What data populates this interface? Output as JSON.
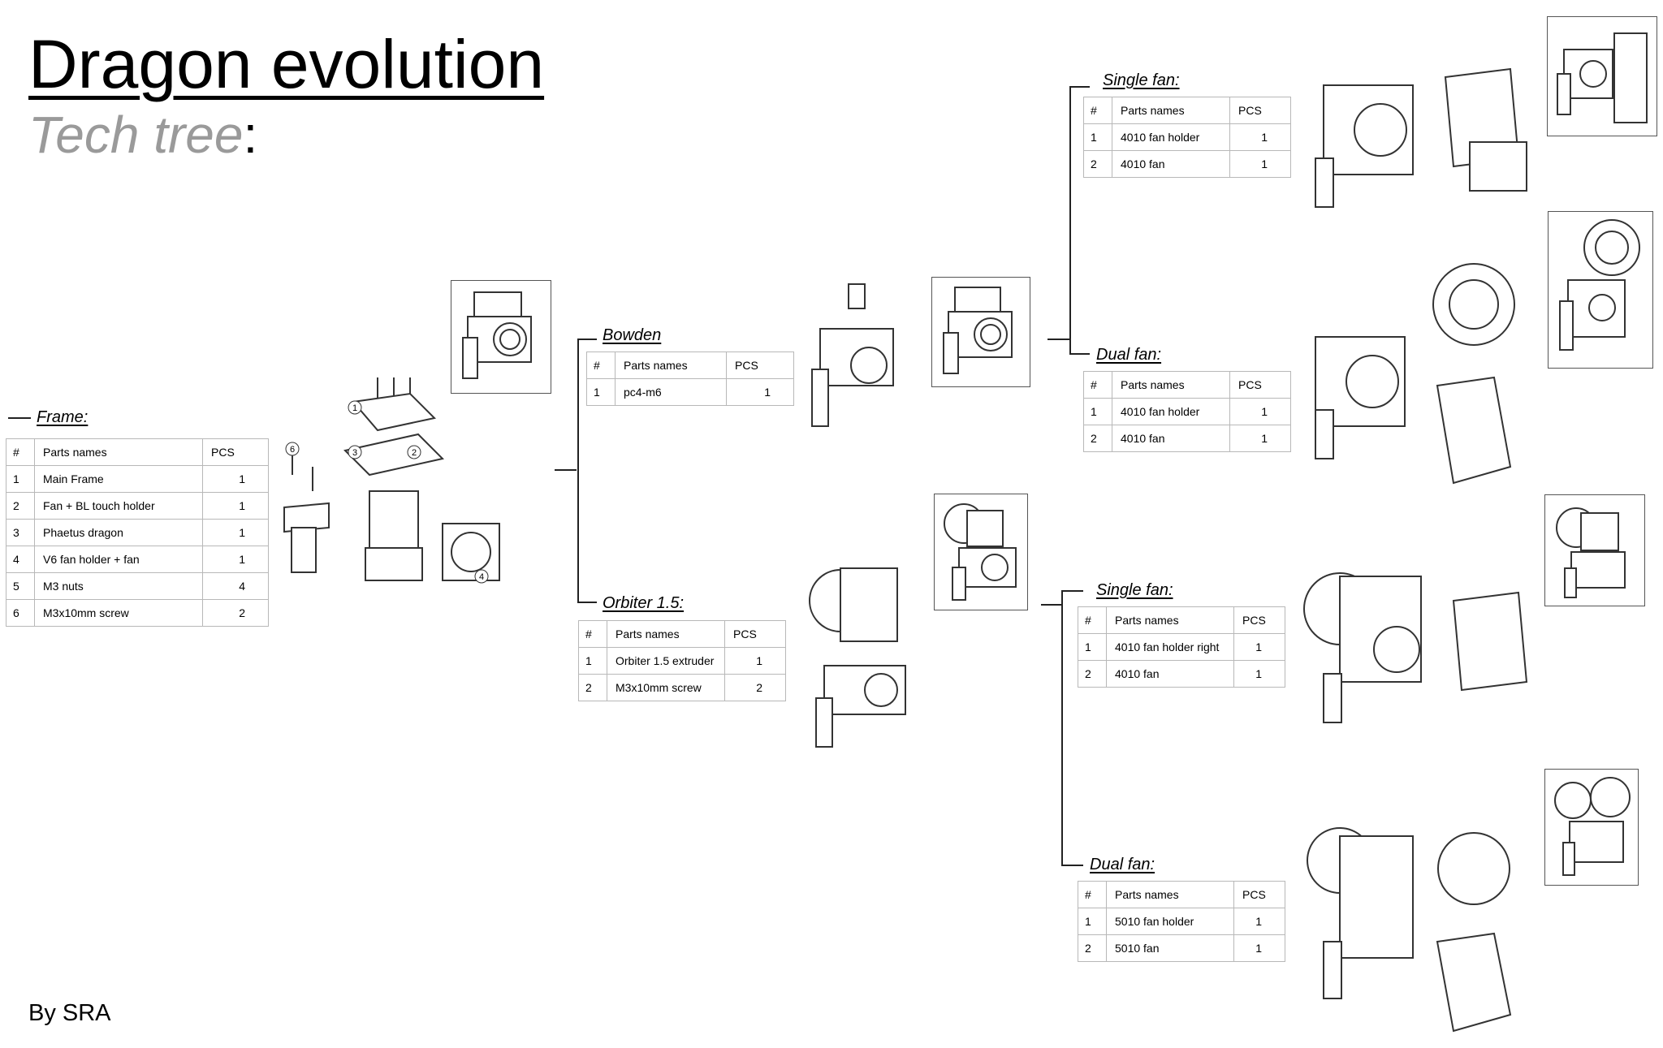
{
  "title": "Dragon evolution",
  "subtitle": "Tech tree",
  "subtitle_colon": ":",
  "author": "By SRA",
  "columns": {
    "hash": "#",
    "name": "Parts names",
    "pcs": "PCS"
  },
  "sections": {
    "frame": {
      "title": "Frame:",
      "rows": [
        {
          "num": "1",
          "name": "Main Frame",
          "qty": "1"
        },
        {
          "num": "2",
          "name": "Fan + BL touch holder",
          "qty": "1"
        },
        {
          "num": "3",
          "name": "Phaetus dragon",
          "qty": "1"
        },
        {
          "num": "4",
          "name": "V6 fan holder + fan",
          "qty": "1"
        },
        {
          "num": "5",
          "name": "M3 nuts",
          "qty": "4"
        },
        {
          "num": "6",
          "name": "M3x10mm screw",
          "qty": "2"
        }
      ]
    },
    "bowden": {
      "title": "Bowden",
      "rows": [
        {
          "num": "1",
          "name": "pc4-m6",
          "qty": "1"
        }
      ]
    },
    "orbiter": {
      "title": "Orbiter 1.5:",
      "rows": [
        {
          "num": "1",
          "name": "Orbiter 1.5 extruder",
          "qty": "1"
        },
        {
          "num": "2",
          "name": "M3x10mm screw",
          "qty": "2"
        }
      ]
    },
    "bowden_single": {
      "title": "Single fan:",
      "rows": [
        {
          "num": "1",
          "name": "4010 fan holder",
          "qty": "1"
        },
        {
          "num": "2",
          "name": "4010 fan",
          "qty": "1"
        }
      ]
    },
    "bowden_dual": {
      "title": "Dual fan:",
      "rows": [
        {
          "num": "1",
          "name": "4010 fan holder",
          "qty": "1"
        },
        {
          "num": "2",
          "name": "4010 fan",
          "qty": "1"
        }
      ]
    },
    "orbiter_single": {
      "title": "Single fan:",
      "rows": [
        {
          "num": "1",
          "name": "4010 fan holder right",
          "qty": "1"
        },
        {
          "num": "2",
          "name": "4010 fan",
          "qty": "1"
        }
      ]
    },
    "orbiter_dual": {
      "title": "Dual fan:",
      "rows": [
        {
          "num": "1",
          "name": "5010 fan holder",
          "qty": "1"
        },
        {
          "num": "2",
          "name": "5010 fan",
          "qty": "1"
        }
      ]
    }
  },
  "callouts": [
    "1",
    "2",
    "3",
    "4",
    "6"
  ],
  "icons": {
    "hotend": "hotend-drawing-icon",
    "fan": "fan-drawing-icon",
    "blower": "blower-fan-drawing-icon"
  }
}
